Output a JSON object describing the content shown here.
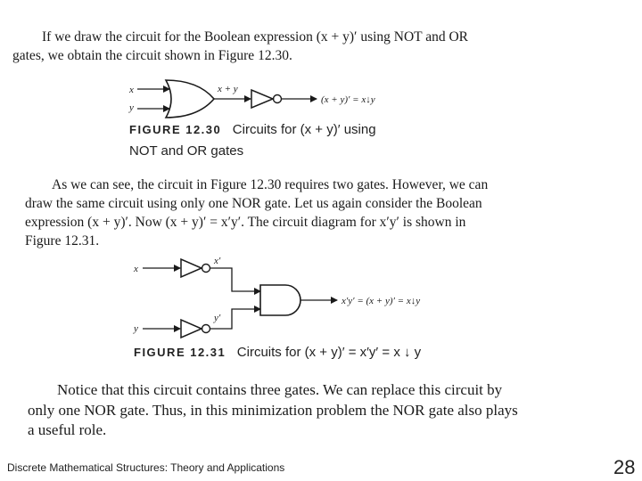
{
  "paragraph1": {
    "lines": [
      "If we draw the circuit for the Boolean expression (x + y)′ using NOT and OR",
      "gates, we obtain the circuit shown in Figure 12.30."
    ]
  },
  "figure30": {
    "label": "FIGURE 12.30",
    "caption_line1": "Circuits for (x + y)′ using",
    "caption_line2": "NOT and OR gates",
    "input_x": "x",
    "input_y": "y",
    "wire_label": "x + y",
    "output_label": "(x + y)′ = x↓y"
  },
  "paragraph2": {
    "lines": [
      "As we can see, the circuit in Figure 12.30 requires two gates. However, we can",
      "draw the same circuit using only one NOR gate. Let us again consider the Boolean",
      "expression (x + y)′. Now (x + y)′ = x′y′. The circuit diagram for x′y′ is shown in",
      "Figure 12.31."
    ]
  },
  "figure31": {
    "label": "FIGURE 12.31",
    "caption": "Circuits for (x + y)′ = x′y′ = x ↓ y",
    "input_x": "x",
    "input_y": "y",
    "wire_x": "x′",
    "wire_y": "y′",
    "output_label": "x′y′ = (x + y)′ = x↓y"
  },
  "paragraph3": {
    "lines": [
      "Notice that this circuit contains three gates. We can replace this circuit by",
      "only one NOR gate. Thus, in this minimization problem the NOR gate also plays",
      "a useful role."
    ]
  },
  "footer": {
    "title": "Discrete Mathematical Structures: Theory and Applications",
    "page_number": "28"
  }
}
